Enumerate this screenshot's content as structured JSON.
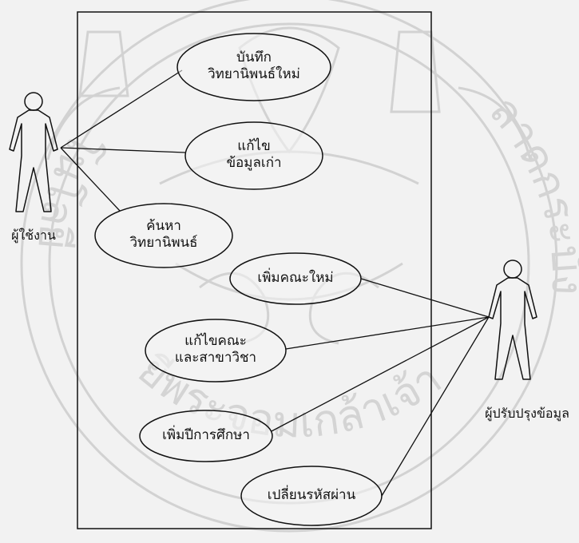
{
  "watermark": {
    "text": "มหาวิทยาลัยเทคโนโลยีพระจอมเกล้าเจ้าคุณทหารลาดกระบัง",
    "visible_arc_fragments": [
      "ยีพระจอมเกล้าเจ้าคุณ",
      "ลาดกระบัง",
      "โนโลยี",
      "คโ"
    ]
  },
  "actors": [
    {
      "id": "user",
      "label": "ผู้ใช้งาน"
    },
    {
      "id": "updater",
      "label": "ผู้ปรับปรุงข้อมูล"
    }
  ],
  "use_cases": [
    {
      "id": "uc1",
      "lines": [
        "บันทึก",
        "วิทยานิพนธ์ใหม่"
      ]
    },
    {
      "id": "uc2",
      "lines": [
        "แก้ไข",
        "ข้อมูลเก่า"
      ]
    },
    {
      "id": "uc3",
      "lines": [
        "ค้นหา",
        "วิทยานิพนธ์"
      ]
    },
    {
      "id": "uc4",
      "lines": [
        "เพิ่มคณะใหม่"
      ]
    },
    {
      "id": "uc5",
      "lines": [
        "แก้ไขคณะ",
        "และสาขาวิชา"
      ]
    },
    {
      "id": "uc6",
      "lines": [
        "เพิ่มปีการศึกษา"
      ]
    },
    {
      "id": "uc7",
      "lines": [
        "เปลี่ยนรหัสผ่าน"
      ]
    }
  ],
  "associations": [
    {
      "actor": "user",
      "use_case": "uc1"
    },
    {
      "actor": "user",
      "use_case": "uc2"
    },
    {
      "actor": "user",
      "use_case": "uc3"
    },
    {
      "actor": "updater",
      "use_case": "uc4"
    },
    {
      "actor": "updater",
      "use_case": "uc5"
    },
    {
      "actor": "updater",
      "use_case": "uc6"
    },
    {
      "actor": "updater",
      "use_case": "uc7"
    }
  ],
  "colors": {
    "line": "#111111",
    "ellipse_fill": "#f4f4f4",
    "watermark": "#d4d4d4"
  }
}
